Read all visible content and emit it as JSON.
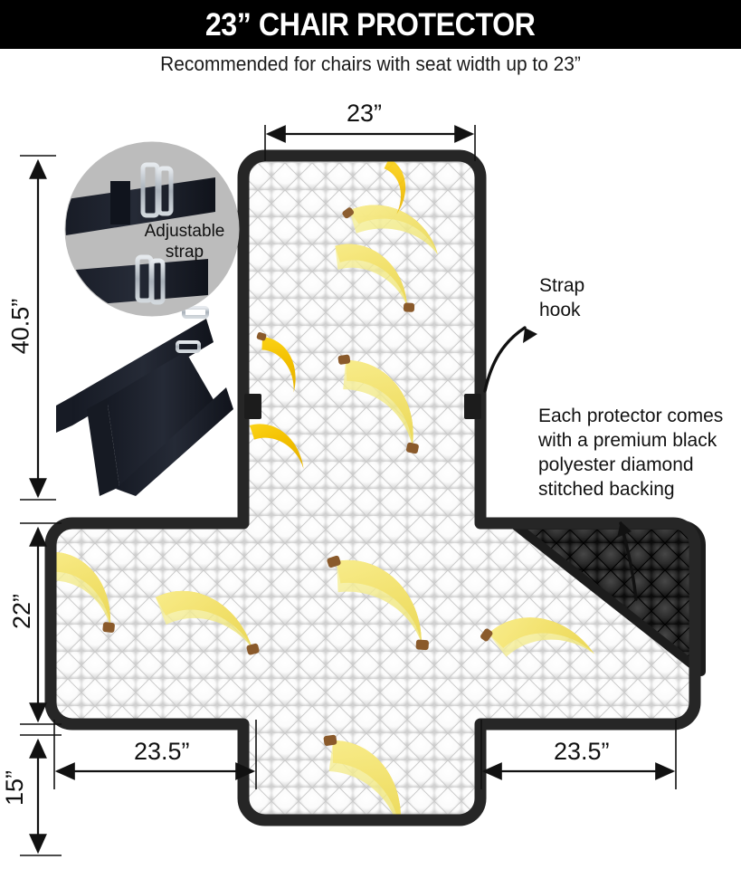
{
  "header": {
    "title": "23” CHAIR PROTECTOR",
    "subtitle": "Recommended for chairs with seat width up to 23”"
  },
  "dimensions": {
    "top_width": "23”",
    "total_height": "40.5”",
    "seat_depth": "22”",
    "skirt_drop": "15”",
    "left_arm_width": "23.5”",
    "right_arm_width": "23.5”"
  },
  "callouts": {
    "strap_hook": "Strap\nhook",
    "strap_hook_line1": "Strap",
    "strap_hook_line2": "hook",
    "backing": "Each protector comes with a premium black polyester diamond stitched backing",
    "backing_line1": "Each protector comes",
    "backing_line2": "with a premium black",
    "backing_line3": "polyester diamond",
    "backing_line4": "stitched backing"
  },
  "inset": {
    "label_line1": "Adjustable",
    "label_line2": "strap",
    "circle_fill": "#bcbcbc"
  },
  "colors": {
    "header_bg": "#000000",
    "header_text": "#ffffff",
    "page_bg": "#ffffff",
    "border_black": "#262626",
    "quilt_white": "#ffffff",
    "quilt_shadow": "#d9d9d9",
    "backing_black": "#1c1c1c",
    "backing_black_light": "#3a3a3a",
    "banana_gold": "#f5c400",
    "banana_pale": "#f2ea84",
    "banana_tip": "#8a5a2b",
    "strap_black": "#1b1f2a",
    "buckle_silver": "#b9bfc7",
    "dim_line": "#111111"
  },
  "product": {
    "pattern_name": "banana-print",
    "quilt_style": "diamond-stitched"
  }
}
